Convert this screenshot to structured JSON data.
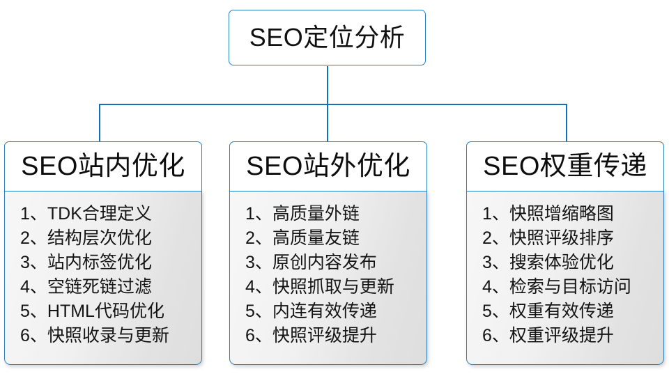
{
  "diagram": {
    "type": "tree",
    "root": {
      "label": "SEO定位分析"
    },
    "accent_color": "#2b7fc4",
    "connector_color": "#1072bd",
    "branches": [
      {
        "header": "SEO站内优化",
        "items": [
          "1、TDK合理定义",
          "2、结构层次优化",
          "3、站内标签优化",
          "4、空链死链过滤",
          "5、HTML代码优化",
          "6、快照收录与更新"
        ]
      },
      {
        "header": "SEO站外优化",
        "items": [
          "1、高质量外链",
          "2、高质量友链",
          "3、原创内容发布",
          "4、快照抓取与更新",
          "5、内连有效传递",
          "6、快照评级提升"
        ]
      },
      {
        "header": "SEO权重传递",
        "items": [
          "1、快照增缩略图",
          "2、快照评级排序",
          "3、搜索体验优化",
          "4、检索与目标访问",
          "5、权重有效传递",
          "6、权重评级提升"
        ]
      }
    ]
  }
}
